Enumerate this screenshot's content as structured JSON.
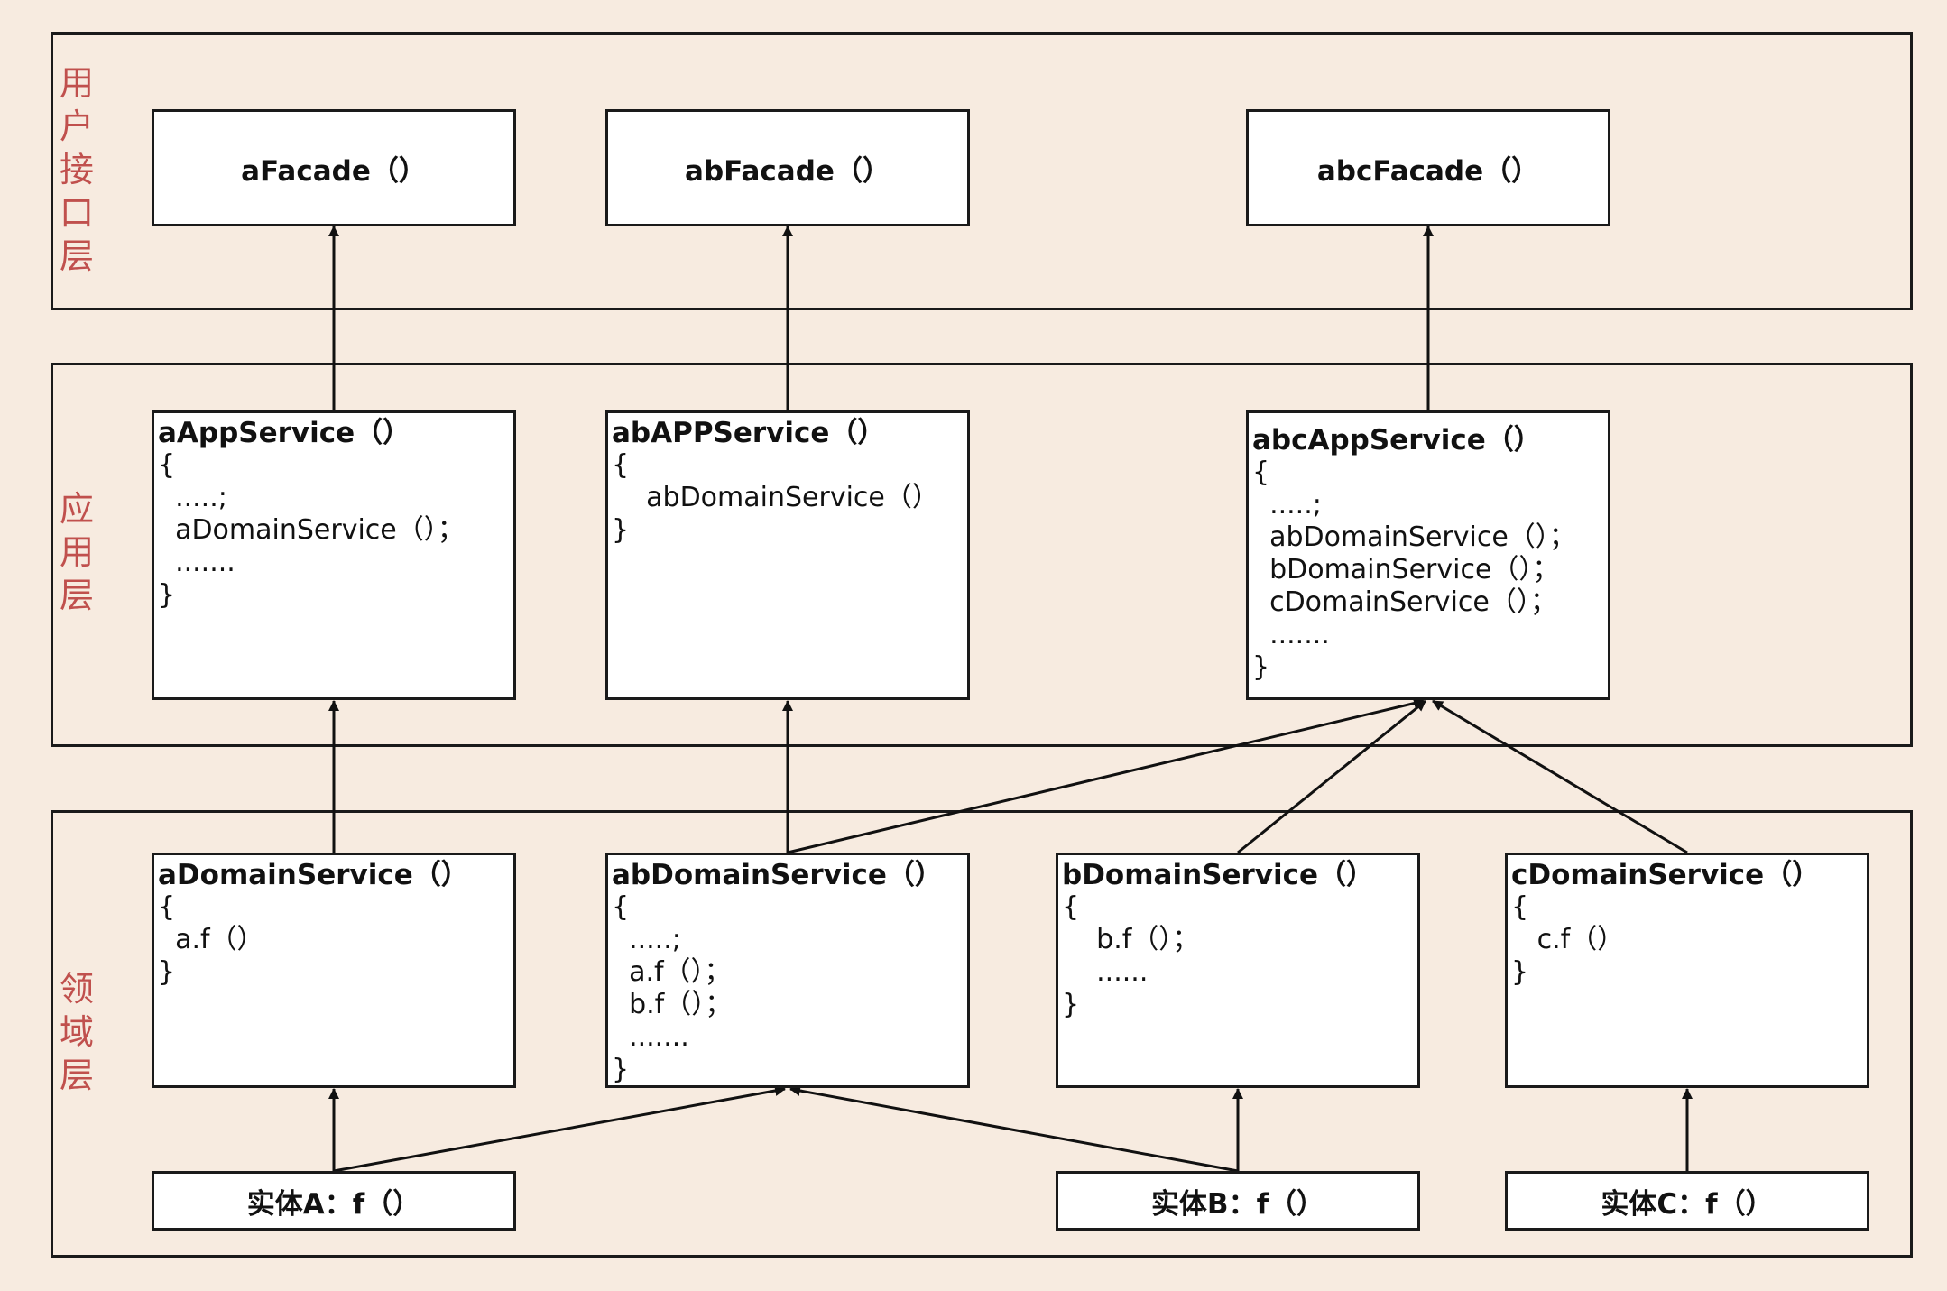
{
  "layers": {
    "ui": {
      "label": "用\n户\n接\n口\n层"
    },
    "app": {
      "label": "应\n用\n层"
    },
    "domain": {
      "label": "领\n域\n层"
    }
  },
  "facades": {
    "a": "aFacade（）",
    "ab": "abFacade（）",
    "abc": "abcFacade（）"
  },
  "app_services": {
    "a": {
      "title": "aAppService（）",
      "body": "{\n  .....;\n  aDomainService（）；\n  .......\n}"
    },
    "ab": {
      "title": "abAPPService（）",
      "body": "{\n    abDomainService（）\n}"
    },
    "abc": {
      "title": "abcAppService（）",
      "body": "{\n  .....;\n  abDomainService（）；\n  bDomainService（）；\n  cDomainService（）；\n  .......\n}"
    }
  },
  "domain_services": {
    "a": {
      "title": "aDomainService（）",
      "body": "{\n  a.f（）\n}"
    },
    "ab": {
      "title": "abDomainService（）",
      "body": "{\n  .....;\n  a.f（）；\n  b.f（）；\n  .......\n}"
    },
    "b": {
      "title": "bDomainService（）",
      "body": "{\n    b.f（）；\n    ......\n}"
    },
    "c": {
      "title": "cDomainService（）",
      "body": "{\n   c.f（）\n}"
    }
  },
  "entities": {
    "a": "实体A：f（）",
    "b": "实体B：f（）",
    "c": "实体C：f（）"
  }
}
